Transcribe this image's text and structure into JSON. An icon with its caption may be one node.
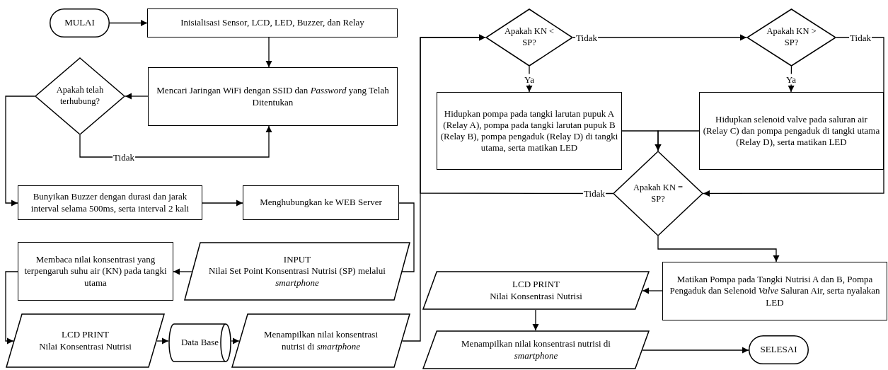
{
  "diagram": {
    "nodes": [
      {
        "text": [
          "MULAI"
        ]
      },
      {
        "text": [
          "Inisialisasi Sensor, LCD, LED, Buzzer, dan Relay"
        ]
      },
      {
        "text": [
          "Mencari Jaringan WiFi dengan SSID dan *Password* yang Telah Ditentukan"
        ]
      },
      {
        "text": [
          "Apakah telah terhubung?"
        ]
      },
      {
        "text": [
          "Bunyikan Buzzer dengan durasi dan jarak interval selama 500ms, serta interval 2 kali"
        ]
      },
      {
        "text": [
          "Menghubungkan ke WEB Server"
        ]
      },
      {
        "text": [
          "INPUT",
          "Nilai Set Point Konsentrasi Nutrisi (SP) melalui *smartphone*"
        ]
      },
      {
        "text": [
          "Membaca nilai konsentrasi yang terpengaruh suhu air (KN) pada tangki utama"
        ]
      },
      {
        "text": [
          "LCD PRINT",
          "Nilai Konsentrasi Nutrisi"
        ]
      },
      {
        "text": [
          "Data Base"
        ]
      },
      {
        "text": [
          "Menampilkan nilai konsentrasi nutrisi di *smartphone*"
        ]
      },
      {
        "text": [
          "Apakah KN < SP?"
        ]
      },
      {
        "text": [
          "Apakah KN > SP?"
        ]
      },
      {
        "text": [
          "Hidupkan pompa pada tangki larutan pupuk A (Relay A), pompa pada tangki larutan pupuk B (Relay B), pompa pengaduk (Relay D) di tangki utama, serta matikan LED"
        ]
      },
      {
        "text": [
          "Hidupkan selenoid valve pada saluran air (Relay C) dan pompa pengaduk di tangki utama (Relay D), serta matikan LED"
        ]
      },
      {
        "text": [
          "Apakah KN = SP?"
        ]
      },
      {
        "text": [
          "Matikan Pompa pada Tangki Nutrisi A dan B, Pompa Pengaduk dan Selenoid *Valve* Saluran Air, serta nyalakan LED"
        ]
      },
      {
        "text": [
          "LCD PRINT",
          "Nilai Konsentrasi Nutrisi"
        ]
      },
      {
        "text": [
          "Menampilkan nilai konsentrasi nutrisi di *smartphone*"
        ]
      },
      {
        "text": [
          "SELESAI"
        ]
      }
    ],
    "edges": [
      {
        "from": 0,
        "to": 1,
        "arrow": "to"
      },
      {
        "from": 1,
        "to": 2,
        "arrow": "to"
      },
      {
        "from": 2,
        "to": 3,
        "arrow": "to"
      },
      {
        "from": 3,
        "to": 2,
        "label": "Tidak",
        "arrow": "to"
      },
      {
        "from": 3,
        "to": 4,
        "arrow": "to"
      },
      {
        "from": 4,
        "to": 5,
        "arrow": "to"
      },
      {
        "from": 5,
        "to": 6,
        "arrow": "to"
      },
      {
        "from": 6,
        "to": 7,
        "arrow": "to"
      },
      {
        "from": 7,
        "to": 8,
        "arrow": "to"
      },
      {
        "from": 8,
        "to": 9,
        "arrow": "to"
      },
      {
        "from": 9,
        "to": 10,
        "arrow": "to"
      },
      {
        "from": 10,
        "to": 11,
        "arrow": "to"
      },
      {
        "from": 11,
        "to": 12,
        "label": "Tidak",
        "arrow": "to"
      },
      {
        "from": 11,
        "to": 13,
        "label": "Ya",
        "arrow": "to"
      },
      {
        "from": 12,
        "to": 14,
        "label": "Ya",
        "arrow": "to"
      },
      {
        "from": 12,
        "to": 15,
        "label": "Tidak",
        "arrow": "to"
      },
      {
        "from": 13,
        "to": 15,
        "arrow": "to"
      },
      {
        "from": 14,
        "to": 15,
        "arrow": "to"
      },
      {
        "from": 15,
        "to": 11,
        "label": "Tidak",
        "arrow": "to"
      },
      {
        "from": 15,
        "to": 16,
        "arrow": "to"
      },
      {
        "from": 16,
        "to": 17,
        "arrow": "to"
      },
      {
        "from": 17,
        "to": 18,
        "arrow": "to"
      },
      {
        "from": 18,
        "to": 19,
        "arrow": "to"
      }
    ]
  }
}
